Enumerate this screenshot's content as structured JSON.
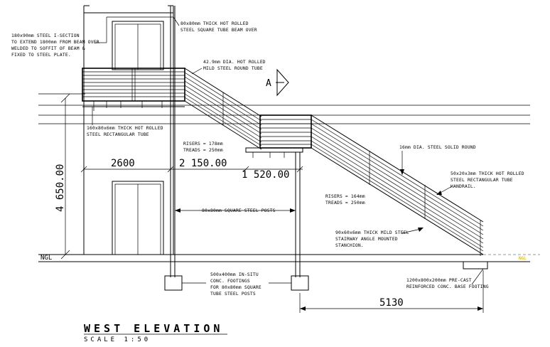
{
  "drawing": {
    "title": "WEST ELEVATION",
    "scale": "SCALE 1:50",
    "section_marker": "A",
    "ground_label_left": "NGL",
    "ground_label_right": "NGL"
  },
  "dimensions": {
    "d_2600": "2600",
    "d_2150": "2 150.00",
    "d_1520": "1 520.00",
    "d_4650": "4 650.00",
    "d_5130": "5130"
  },
  "notes": {
    "i_section": [
      "180x90mm STEEL I-SECTION",
      "TO EXTEND 1800mm FROM BEAM OVER",
      "WELDED TO SOFFIT OF BEAM &",
      "FIXED TO STEEL PLATE."
    ],
    "square_tube_beam": [
      "80x80mm THICK HOT ROLLED",
      "STEEL SQUARE TUBE BEAM OVER"
    ],
    "round_tube": [
      "42.9mm DIA. HOT ROLLED",
      "MILD STEEL ROUND TUBE"
    ],
    "rect_tube": [
      "160x80x6mm THICK HOT ROLLED",
      "STEEL RECTANGULAR TUBE"
    ],
    "risers_upper": [
      "RISERS = 178mm",
      "TREADS = 250mm"
    ],
    "solid_round": [
      "16mm DIA. STEEL SOLID ROUND"
    ],
    "handrail": [
      "50x20x3mm THICK HOT ROLLED",
      "STEEL RECTANGULAR TUBE",
      "HANDRAIL."
    ],
    "risers_lower": [
      "RISERS = 164mm",
      "TREADS = 250mm"
    ],
    "square_posts": [
      "80x80mm SQUARE STEEL POSTS"
    ],
    "angle_stanchion": [
      "90x60x6mm THICK MILD STEEL",
      "STAIRWAY ANGLE MOUNTED",
      "STANCHION."
    ],
    "footings": [
      "500x400mm IN-SITU",
      "CONC. FOOTINGS",
      "FOR 80x80mm SQUARE",
      "TUBE STEEL POSTS"
    ],
    "precast": [
      "1200x800x200mm PRE-CAST",
      "REINFORCED CONC. BASE FOOTING"
    ]
  }
}
